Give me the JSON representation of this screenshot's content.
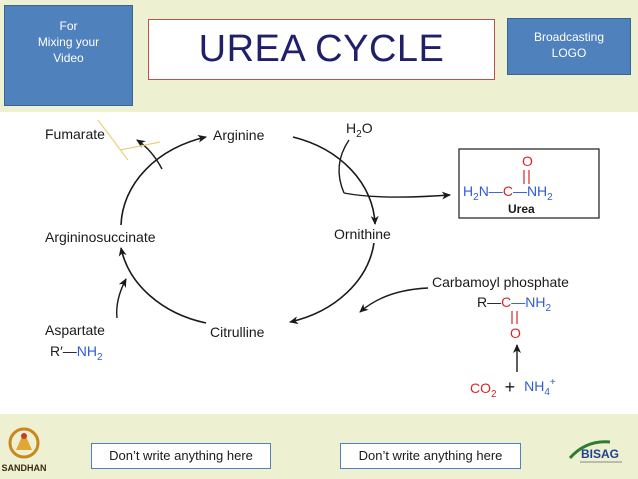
{
  "header": {
    "mix_box": [
      "For",
      "Mixing your",
      "Video"
    ],
    "title": "UREA CYCLE",
    "broadcast_box": [
      "Broadcasting",
      "LOGO"
    ]
  },
  "diagram": {
    "nodes": {
      "fumarate": "Fumarate",
      "arginine": "Arginine",
      "argininosuccinate": "Argininosuccinate",
      "ornithine": "Ornithine",
      "citrulline": "Citrulline",
      "aspartate": "Aspartate"
    },
    "aspartate_formula": {
      "prefix": "R′—",
      "group": "NH",
      "sub": "2"
    },
    "water": {
      "h": "H",
      "sub": "2",
      "o": "O"
    },
    "urea": {
      "oxygen": "O",
      "left_group": "H",
      "left_sub": "2",
      "left_n": "N—",
      "carbon": "C",
      "right_group": "—NH",
      "right_sub": "2",
      "label": "Urea"
    },
    "carbamoyl_phosphate": {
      "label": "Carbamoyl phosphate",
      "r": "R—",
      "carbon": "C",
      "right_group": "—NH",
      "right_sub": "2",
      "oxygen": "O"
    },
    "reactants": {
      "co2": "CO",
      "co2_sub": "2",
      "plus": "+",
      "nh4": "NH",
      "nh4_sub": "4",
      "nh4_sup": "+"
    }
  },
  "footer": {
    "note_left": "Don’t write anything here",
    "note_right": "Don’t write anything here",
    "sandhan_logo": "SANDHAN",
    "bisag_logo": "BISAG"
  },
  "colors": {
    "band": "#eef0d2",
    "blue_box": "#4f81bd",
    "title_border": "#c0504d",
    "title_text": "#1f1f6b",
    "chem_red": "#d62828",
    "chem_blue": "#2e5bd8",
    "arrow_yellow": "#e8d27a"
  }
}
